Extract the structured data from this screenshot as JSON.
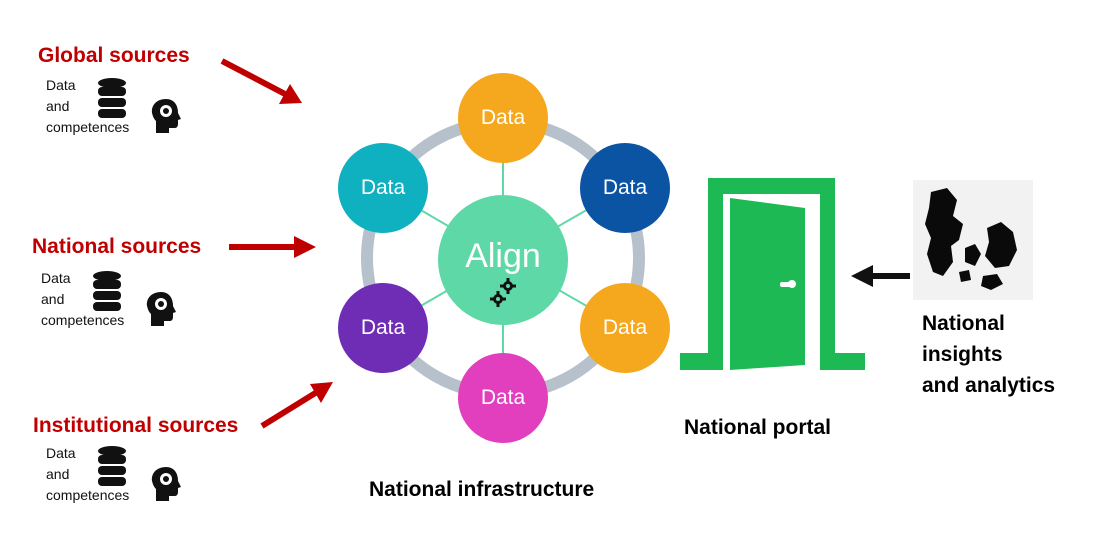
{
  "sources": [
    {
      "title": "Global sources",
      "line1": "Data",
      "line2": "and",
      "line3": "competences"
    },
    {
      "title": "National sources",
      "line1": "Data",
      "line2": "and",
      "line3": "competences"
    },
    {
      "title": "Institutional sources",
      "line1": "Data",
      "line2": "and",
      "line3": "competences"
    }
  ],
  "hub": {
    "center_label": "Align",
    "nodes": [
      {
        "label": "Data",
        "color": "#f5a81e"
      },
      {
        "label": "Data",
        "color": "#0b54a3"
      },
      {
        "label": "Data",
        "color": "#f5a81e"
      },
      {
        "label": "Data",
        "color": "#e23fbe"
      },
      {
        "label": "Data",
        "color": "#6f2db5"
      },
      {
        "label": "Data",
        "color": "#0fb0c0"
      }
    ],
    "ring_color": "#b7c1cc",
    "spoke_color": "#5fd8a8",
    "center_color": "#5fd8a8",
    "caption": "National infrastructure"
  },
  "portal": {
    "caption": "National portal",
    "color": "#1db954"
  },
  "insights": {
    "line1": "National",
    "line2": "insights",
    "line3": "and analytics"
  },
  "colors": {
    "source_title": "#c00000",
    "arrow_red": "#c00000",
    "arrow_black": "#111111"
  }
}
